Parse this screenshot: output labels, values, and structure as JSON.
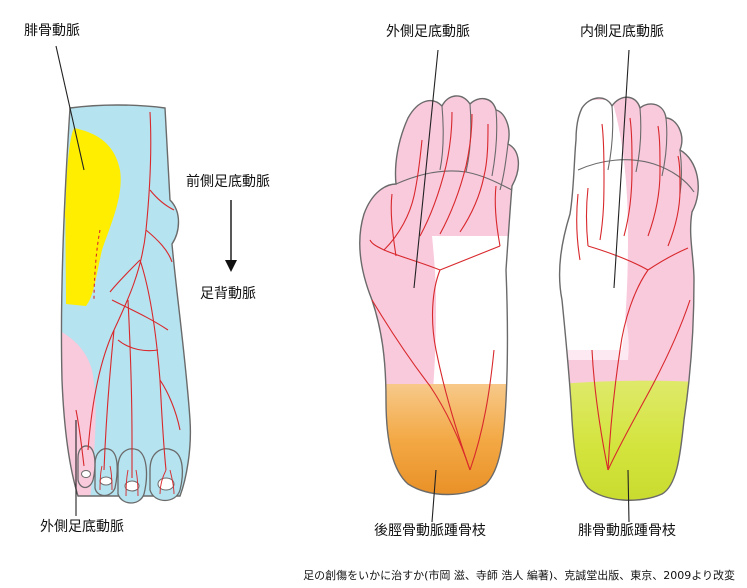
{
  "labels": {
    "fibular_artery": "腓骨動脈",
    "anterior_lateral_plantar": "前側足底動脈",
    "dorsalis_pedis": "足背動脈",
    "lateral_plantar_left": "外側足底動脈",
    "lateral_plantar_center": "外側足底動脈",
    "medial_plantar": "内側足底動脈",
    "posterior_tibial_calcaneal": "後脛骨動脈踵骨枝",
    "fibular_calcaneal": "腓骨動脈踵骨枝"
  },
  "source_caption": "足の創傷をいかに治すか(市岡 滋、寺師 浩人 編著)、克誠堂出版、東京、2009より改変",
  "colors": {
    "fibular_region": "#ffee00",
    "dorsal_region": "#b5e3ef",
    "lateral_plantar_region": "#f9c9dc",
    "medial_plantar_region": "#ffffff",
    "posterior_tibial_heel": "#f2a53a",
    "fibular_heel": "#d9e64a",
    "artery": "#d8282c",
    "outline": "#6a6a6a",
    "leader_line": "#222222"
  }
}
